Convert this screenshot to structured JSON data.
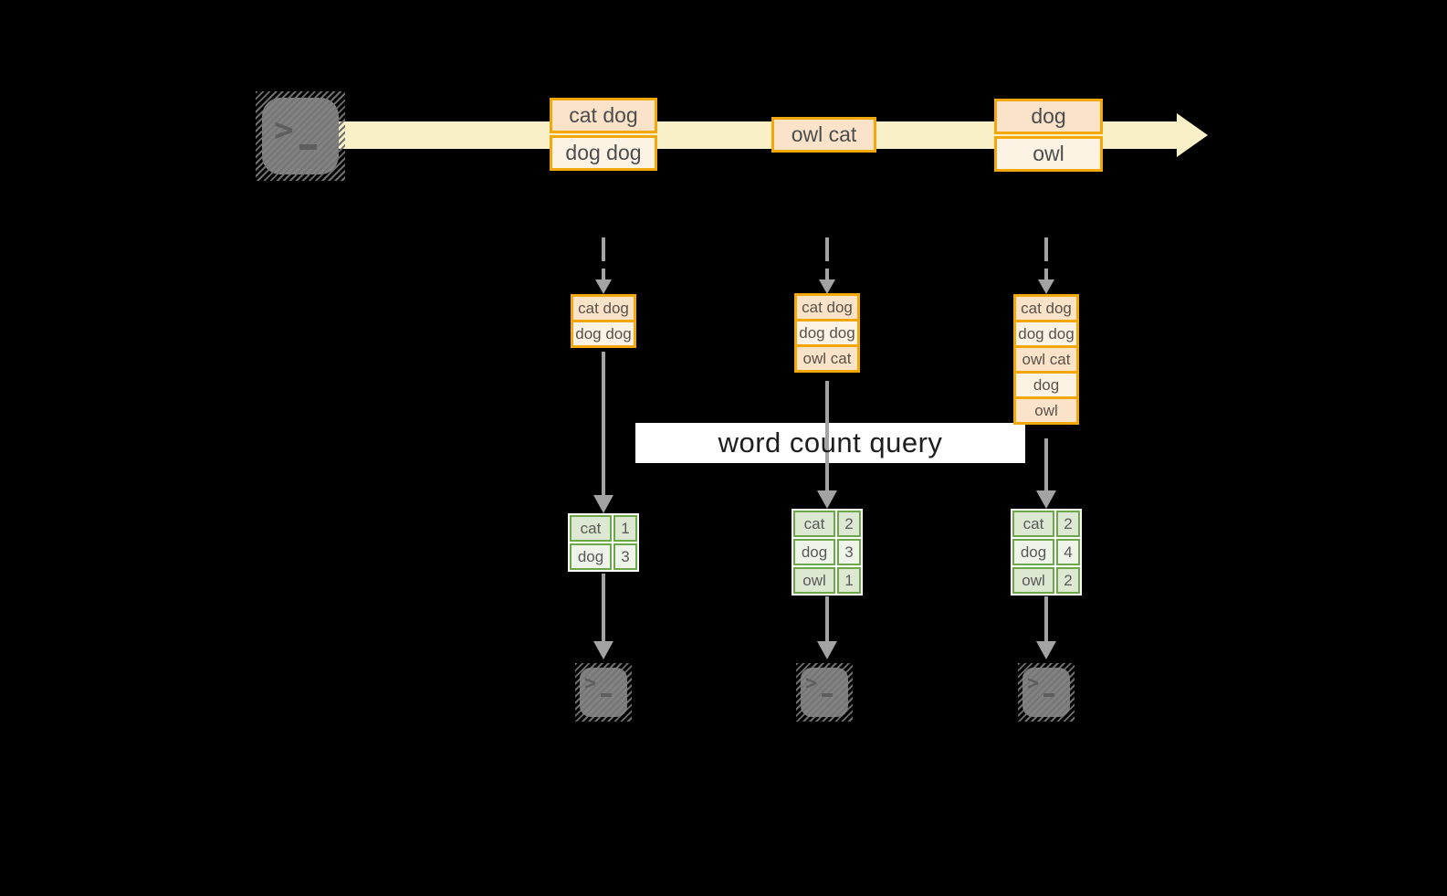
{
  "query_label": "word count query",
  "stream": {
    "events": [
      {
        "rows": [
          "cat dog",
          "dog dog"
        ]
      },
      {
        "rows": [
          "owl cat"
        ]
      },
      {
        "rows": [
          "dog",
          "owl"
        ]
      }
    ]
  },
  "columns": [
    {
      "buffer": [
        "cat dog",
        "dog dog"
      ],
      "counts": [
        {
          "word": "cat",
          "count": "1"
        },
        {
          "word": "dog",
          "count": "3"
        }
      ]
    },
    {
      "buffer": [
        "cat dog",
        "dog dog",
        "owl cat"
      ],
      "counts": [
        {
          "word": "cat",
          "count": "2"
        },
        {
          "word": "dog",
          "count": "3"
        },
        {
          "word": "owl",
          "count": "1"
        }
      ]
    },
    {
      "buffer": [
        "cat dog",
        "dog dog",
        "owl cat",
        "dog",
        "owl"
      ],
      "counts": [
        {
          "word": "cat",
          "count": "2"
        },
        {
          "word": "dog",
          "count": "4"
        },
        {
          "word": "owl",
          "count": "2"
        }
      ]
    }
  ],
  "icons": {
    "terminal_prompt": ">",
    "terminal_cursor": "_"
  },
  "colors": {
    "background": "#000000",
    "stream_band": "#FAF0C8",
    "amber_border": "#F2A70B",
    "peach_dark": "#FAE3C8",
    "peach_light": "#FDF3E5",
    "green_border": "#6CA74A",
    "green_dark": "#DCE8D2",
    "green_light": "#EEF4E9",
    "arrow_gray": "#A3A3A3",
    "label_bg": "#FFFFFF"
  }
}
